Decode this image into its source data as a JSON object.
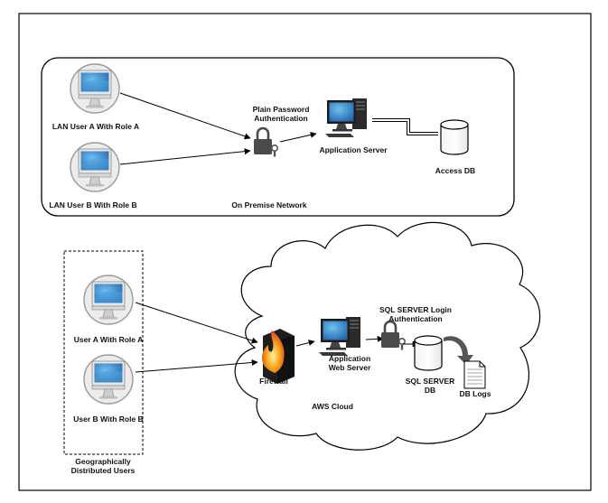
{
  "on_premise": {
    "title": "On Premise Network",
    "user_a": "LAN User A With Role A",
    "user_b": "LAN User B With Role B",
    "auth_line1": "Plain Password",
    "auth_line2": "Authentication",
    "app_server": "Application Server",
    "db": "Access DB"
  },
  "cloud": {
    "title": "AWS Cloud",
    "user_a": "User A With Role A",
    "user_b": "User B With Role B",
    "group_line1": "Geographically",
    "group_line2": "Distributed Users",
    "firewall": "Firewall",
    "web_server_line1": "Application",
    "web_server_line2": "Web Server",
    "auth_line1": "SQL SERVER  Login",
    "auth_line2": "Authentication",
    "db_line1": "SQL SERVER",
    "db_line2": "DB",
    "logs": "DB Logs"
  },
  "colors": {
    "screen": "#2f7fc6",
    "screen_light": "#5fb0ea",
    "lock": "#4a4a4a",
    "server_dark": "#2a2a2a",
    "fire": "#f07818"
  },
  "icons": [
    "monitor-icon",
    "lock-icon",
    "server-computer-icon",
    "database-icon",
    "firewall-icon",
    "document-icon",
    "cloud-shape"
  ]
}
